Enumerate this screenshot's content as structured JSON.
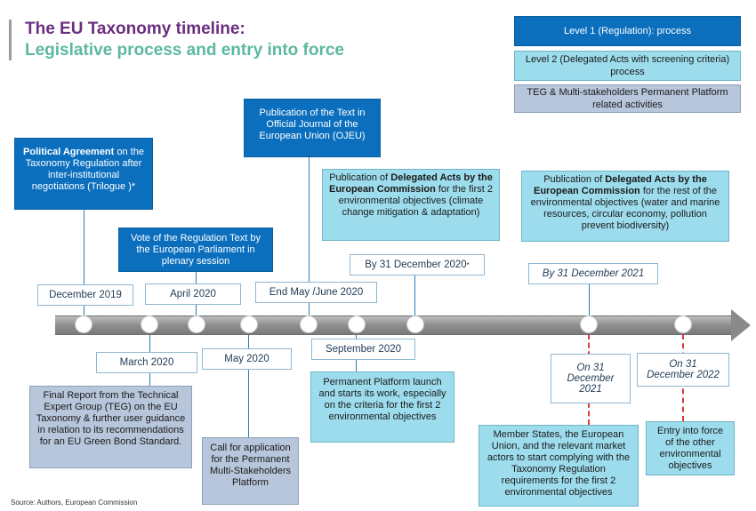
{
  "title": {
    "line1": "The EU Taxonomy timeline:",
    "line2": "Legislative process and entry into force"
  },
  "legend": [
    {
      "label": "Level 1 (Regulation): process"
    },
    {
      "label": "Level 2 (Delegated Acts with screening criteria) process"
    },
    {
      "label": "TEG & Multi-stakeholders Permanent Platform related activities"
    }
  ],
  "events_above": {
    "political": {
      "bold": "Political Agreement",
      "rest": " on the Taxonomy Regulation after inter-institutional negotiations (Trilogue )*",
      "date": "December 2019"
    },
    "vote": {
      "text": "Vote of the Regulation Text by the European Parliament in plenary session",
      "date": "April 2020"
    },
    "ojeu": {
      "text": "Publication of the Text in Official Journal of the European Union (OJEU)",
      "date": "End May /June 2020"
    },
    "delegated1": {
      "pre": "Publication of ",
      "bold": "Delegated Acts by the European Commission",
      "rest": " for the first 2 environmental objectives (climate change mitigation & adaptation)",
      "date": "By 31 December 2020",
      "date_sup": "*"
    },
    "delegated2": {
      "pre": "Publication of ",
      "bold": "Delegated Acts by the European Commission",
      "rest": " for the rest of the environmental objectives (water and marine resources, circular economy, pollution prevent biodiversity)",
      "date": "By 31 December 2021"
    }
  },
  "events_below": {
    "teg_report": {
      "date": "March 2020",
      "text": "Final Report from the Technical Expert Group (TEG) on the EU Taxonomy & further user guidance in relation to its recommendations for an EU Green Bond Standard."
    },
    "call": {
      "date": "May 2020",
      "text": "Call for application for the Permanent Multi-Stakeholders Platform"
    },
    "platform": {
      "date": "September 2020",
      "text": "Permanent Platform launch and starts its work, especially on the criteria for the first 2 environmental objectives"
    },
    "comply": {
      "date": "On 31 December 2021",
      "text": "Member States, the European Union, and the relevant market actors to start complying with the Taxonomy Regulation requirements for the first 2 environmental objectives"
    },
    "entry": {
      "date": "On 31 December 2022",
      "text": "Entry into force of the other environmental objectives"
    }
  },
  "source": "Source: Authors, European Commission"
}
